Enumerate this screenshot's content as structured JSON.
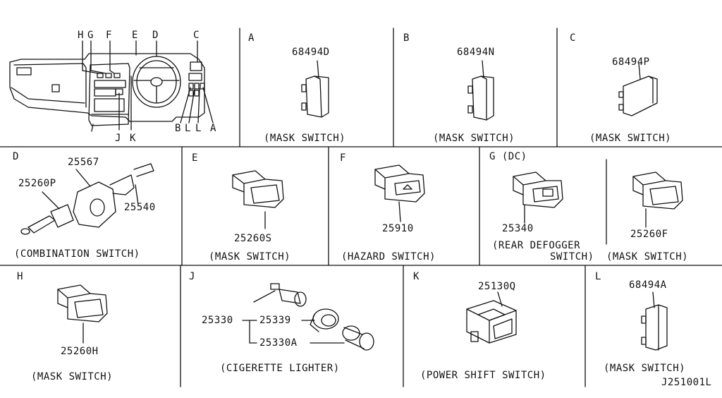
{
  "diagram_code": "J251001L",
  "overview": {
    "letters": [
      "H",
      "G",
      "F",
      "E",
      "D",
      "C",
      "B",
      "L",
      "L",
      "A",
      "J",
      "K"
    ]
  },
  "panels": {
    "A": {
      "letter": "A",
      "part_no": "68494D",
      "caption": "(MASK SWITCH)"
    },
    "B": {
      "letter": "B",
      "part_no": "68494N",
      "caption": "(MASK SWITCH)"
    },
    "C": {
      "letter": "C",
      "part_no": "68494P",
      "caption": "(MASK SWITCH)"
    },
    "D": {
      "letter": "D",
      "parts": [
        "25567",
        "25260P",
        "25540"
      ],
      "caption": "(COMBINATION SWITCH)"
    },
    "E": {
      "letter": "E",
      "part_no": "25260S",
      "caption": "(MASK SWITCH)"
    },
    "F": {
      "letter": "F",
      "part_no": "25910",
      "caption": "(HAZARD SWITCH)"
    },
    "G": {
      "letter": "G (DC)",
      "part_no": "25340",
      "part_no_2": "25260F",
      "caption_line1": "(REAR DEFOGGER",
      "caption_line2": "SWITCH)",
      "caption_2": "(MASK SWITCH)"
    },
    "H": {
      "letter": "H",
      "part_no": "25260H",
      "caption": "(MASK SWITCH)"
    },
    "J": {
      "letter": "J",
      "parts": [
        "25330",
        "25339",
        "25330A"
      ],
      "caption": "(CIGERETTE LIGHTER)"
    },
    "K": {
      "letter": "K",
      "part_no": "25130Q",
      "caption": "(POWER SHIFT SWITCH)"
    },
    "L": {
      "letter": "L",
      "part_no": "68494A",
      "caption": "(MASK SWITCH)"
    }
  }
}
